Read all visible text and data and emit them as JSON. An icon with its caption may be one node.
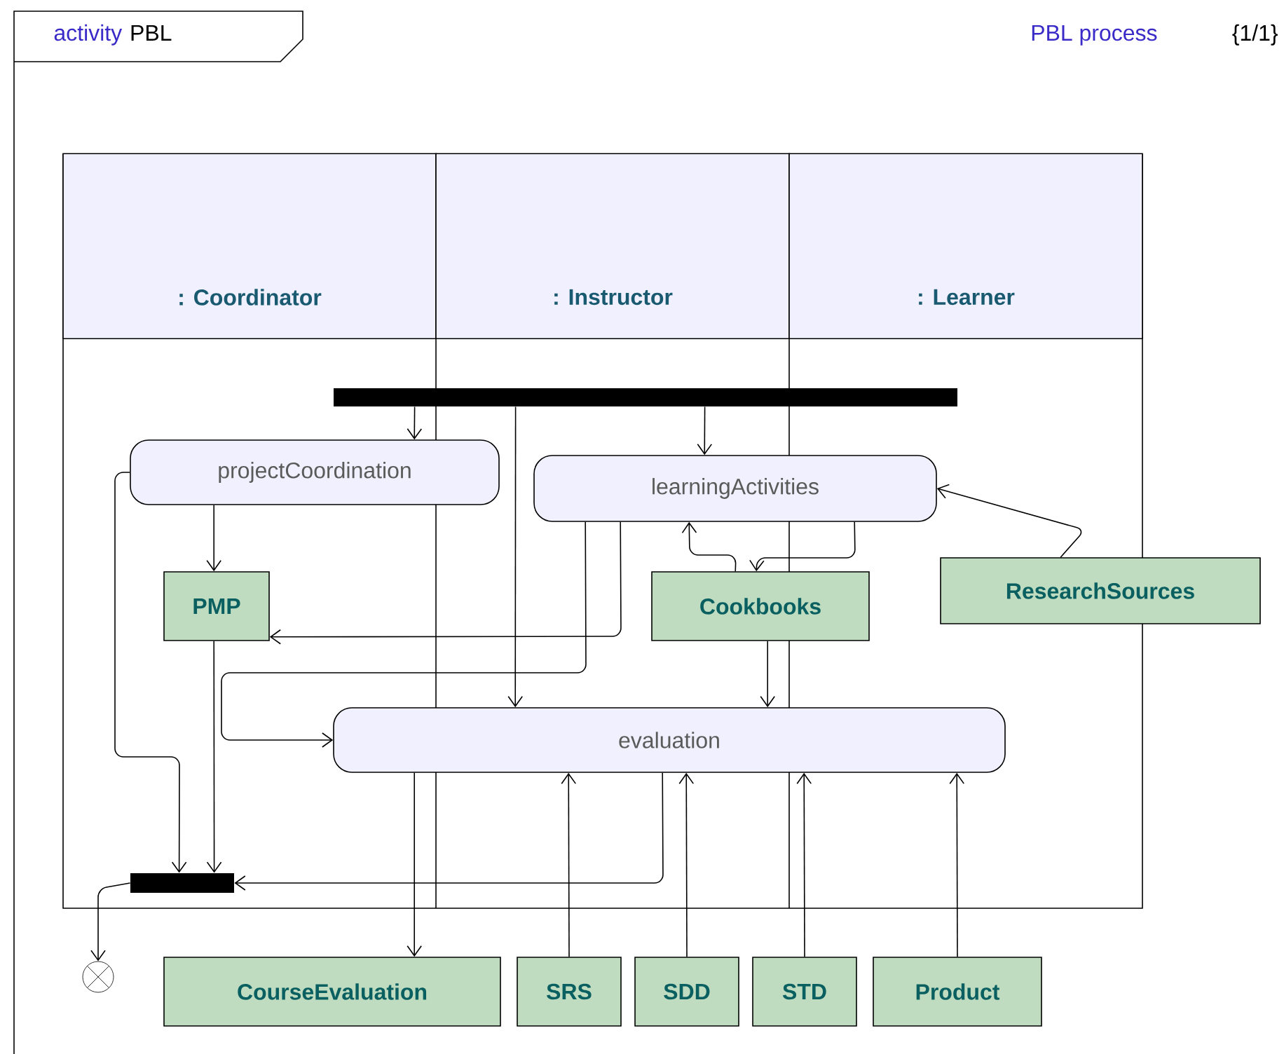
{
  "diagram": {
    "nodes": [
      {
        "text": [
          ": Coordinator"
        ]
      },
      {
        "text": [
          ": Instructor"
        ]
      },
      {
        "text": [
          ": Learner"
        ]
      },
      {
        "text": [],
        "shape": "bar"
      },
      {
        "text": [
          "projectCoordination"
        ]
      },
      {
        "text": [
          "learningActivities"
        ]
      },
      {
        "text": [
          "PMP"
        ]
      },
      {
        "text": [
          "Cookbooks"
        ]
      },
      {
        "text": [
          "ResearchSources"
        ]
      },
      {
        "text": [
          "evaluation"
        ]
      },
      {
        "text": [],
        "shape": "bar"
      },
      {
        "text": [],
        "shape": "circle"
      },
      {
        "text": [
          "CourseEvaluation"
        ]
      },
      {
        "text": [
          "SRS"
        ]
      },
      {
        "text": [
          "SDD"
        ]
      },
      {
        "text": [
          "STD"
        ]
      },
      {
        "text": [
          "Product"
        ]
      }
    ],
    "edges": [
      {
        "from": 3,
        "to": 4,
        "arrow": "to"
      },
      {
        "from": 3,
        "to": 9,
        "arrow": "to"
      },
      {
        "from": 3,
        "to": 5,
        "arrow": "to"
      },
      {
        "from": 4,
        "to": 6,
        "arrow": "to"
      },
      {
        "from": 4,
        "to": 10,
        "arrow": "to"
      },
      {
        "from": 5,
        "to": 6,
        "arrow": "to"
      },
      {
        "from": 5,
        "to": 9,
        "arrow": "to"
      },
      {
        "from": 6,
        "to": 10,
        "arrow": "to"
      },
      {
        "from": 7,
        "to": 5,
        "arrow": "to"
      },
      {
        "from": 5,
        "to": 7,
        "arrow": "to"
      },
      {
        "from": 8,
        "to": 5,
        "arrow": "to"
      },
      {
        "from": 7,
        "to": 9,
        "arrow": "to"
      },
      {
        "from": 9,
        "to": 10,
        "arrow": "to"
      },
      {
        "from": 9,
        "to": 12,
        "arrow": "to"
      },
      {
        "from": 13,
        "to": 9,
        "arrow": "to"
      },
      {
        "from": 14,
        "to": 9,
        "arrow": "to"
      },
      {
        "from": 15,
        "to": 9,
        "arrow": "to"
      },
      {
        "from": 16,
        "to": 9,
        "arrow": "to"
      },
      {
        "from": 10,
        "to": 11,
        "arrow": "to"
      }
    ],
    "labels": [
      "activity",
      "PBL",
      "PBL process",
      "{1/1}"
    ]
  }
}
